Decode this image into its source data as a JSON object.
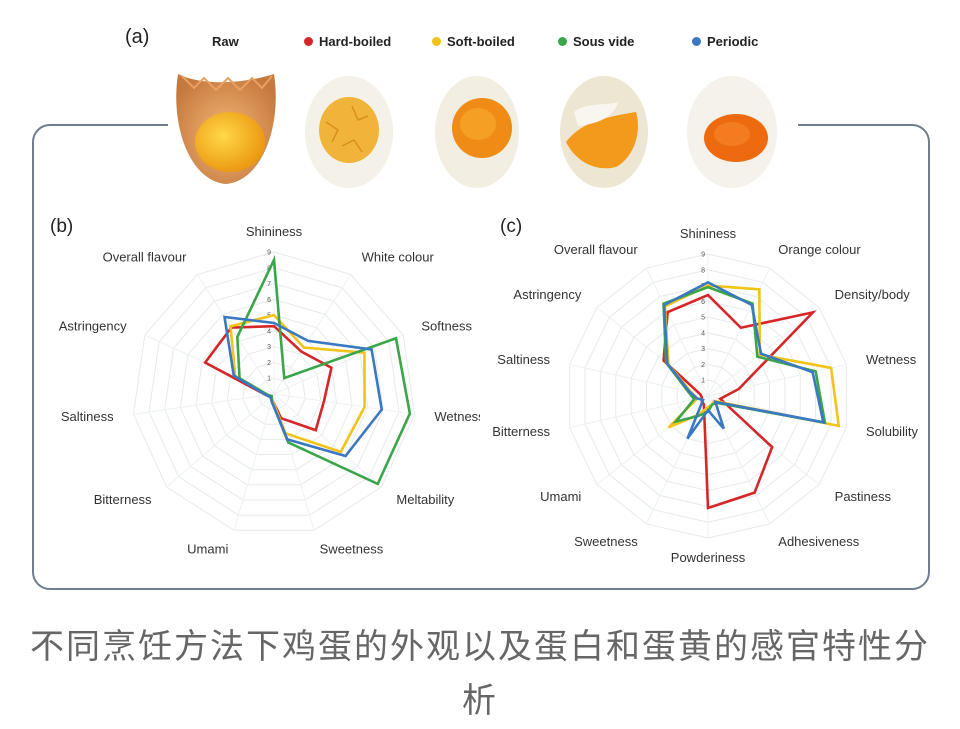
{
  "panel_a": {
    "label": "(a)",
    "legend": [
      {
        "name": "Raw",
        "color": ""
      },
      {
        "name": "Hard-boiled",
        "color": "#d62728"
      },
      {
        "name": "Soft-boiled",
        "color": "#f2c318"
      },
      {
        "name": "Sous vide",
        "color": "#3aa549"
      },
      {
        "name": "Periodic",
        "color": "#3b78c2"
      }
    ],
    "eggs": [
      "raw-egg",
      "hard-boiled-egg",
      "soft-boiled-egg",
      "sous-vide-egg",
      "periodic-egg"
    ]
  },
  "caption": "不同烹饪方法下鸡蛋的外观以及蛋白和蛋黄的感官特性分析",
  "chart_data": [
    {
      "type": "radar",
      "panel_label": "(b)",
      "axes": [
        "Shininess",
        "White colour",
        "Softness",
        "Wetness",
        "Meltability",
        "Sweetness",
        "Umami",
        "Bitterness",
        "Saltiness",
        "Astringency",
        "Overall flavour"
      ],
      "ticks": [
        "1",
        "2",
        "3",
        "4",
        "5",
        "6",
        "7",
        "8",
        "9"
      ],
      "range": [
        0,
        9
      ],
      "series": [
        {
          "name": "Hard-boiled",
          "color": "#d62728",
          "values": [
            4.3,
            3.2,
            4.0,
            3.2,
            3.5,
            1.6,
            0.4,
            0.3,
            0.5,
            4.8,
            5.0
          ]
        },
        {
          "name": "Soft-boiled",
          "color": "#f2c318",
          "values": [
            5.0,
            3.5,
            6.3,
            5.8,
            5.6,
            2.6,
            0.4,
            0.2,
            0.4,
            2.7,
            5.1
          ]
        },
        {
          "name": "Sous vide",
          "color": "#3aa549",
          "values": [
            8.5,
            1.2,
            8.5,
            8.7,
            8.7,
            3.2,
            0.5,
            0.2,
            0.4,
            2.4,
            4.3
          ]
        },
        {
          "name": "Periodic",
          "color": "#3b78c2",
          "values": [
            4.5,
            4.0,
            6.8,
            6.9,
            6.0,
            3.0,
            0.5,
            0.3,
            0.5,
            2.8,
            5.8
          ]
        }
      ]
    },
    {
      "type": "radar",
      "panel_label": "(c)",
      "axes": [
        "Shininess",
        "Orange colour",
        "Density/body",
        "Wetness",
        "Solubility",
        "Pastiness",
        "Adhesiveness",
        "Powderiness",
        "Sweetness",
        "Umami",
        "Bitterness",
        "Saltiness",
        "Astringency",
        "Overall flavour"
      ],
      "ticks": [
        "1",
        "2",
        "3",
        "4",
        "5",
        "6",
        "7",
        "8",
        "9"
      ],
      "range": [
        0,
        9
      ],
      "series": [
        {
          "name": "Hard-boiled",
          "color": "#d62728",
          "values": [
            6.4,
            4.8,
            8.5,
            2.0,
            0.8,
            5.2,
            6.8,
            7.1,
            0.6,
            0.5,
            0.4,
            0.5,
            3.6,
            5.9
          ]
        },
        {
          "name": "Soft-boiled",
          "color": "#f2c318",
          "values": [
            7.0,
            7.5,
            4.2,
            8.0,
            8.5,
            0.5,
            0.6,
            0.7,
            1.3,
            3.2,
            0.7,
            1.1,
            3.2,
            6.3
          ]
        },
        {
          "name": "Sous vide",
          "color": "#3aa549",
          "values": [
            6.9,
            6.5,
            4.0,
            7.0,
            7.6,
            0.7,
            0.6,
            1.0,
            1.4,
            2.6,
            0.9,
            1.3,
            3.4,
            6.5
          ]
        },
        {
          "name": "Periodic",
          "color": "#3b78c2",
          "values": [
            7.2,
            6.4,
            4.3,
            6.8,
            7.5,
            0.6,
            2.3,
            0.9,
            3.0,
            0.4,
            0.7,
            1.2,
            3.3,
            6.4
          ]
        }
      ]
    }
  ]
}
